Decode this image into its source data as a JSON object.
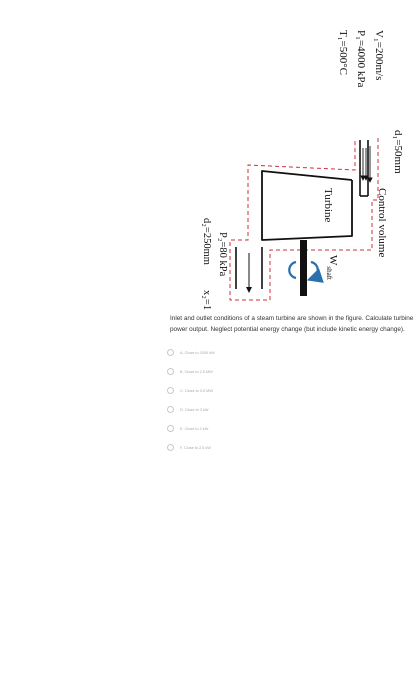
{
  "figure": {
    "inlet": {
      "velocity": "V₁=200m/s",
      "pressure": "P₁=4000 kPa",
      "temperature": "T₁=500°C",
      "diameter": "d₁=50mm"
    },
    "outlet": {
      "pressure": "P₂=80 kPa",
      "diameter": "d₂=250mm",
      "quality": "x₂=1.0 (quality)"
    },
    "turbine_label": "Turbine",
    "control_volume_label": "Control volume",
    "shaft_work": {
      "symbol": "W",
      "subscript": "shaft"
    },
    "colors": {
      "control_volume": "#d0303a",
      "turbine_outline": "#111111",
      "shaft_arrow": "#2a6fb0",
      "shaft": "#111111"
    }
  },
  "question": {
    "text": "Inlet and outlet conditions of a steam turbine are shown in the figure. Calculate turbine power output. Neglect potential energy change (but include kinetic energy change)."
  },
  "options": [
    {
      "label": "A. Close to 2000 kW"
    },
    {
      "label": "B. Close to 2.5 MW"
    },
    {
      "label": "C. Close to 3.5 MW"
    },
    {
      "label": "D. Close to 3 kW"
    },
    {
      "label": "E. Close to 2 kW"
    },
    {
      "label": "F. Close to 2.5 kW"
    }
  ]
}
